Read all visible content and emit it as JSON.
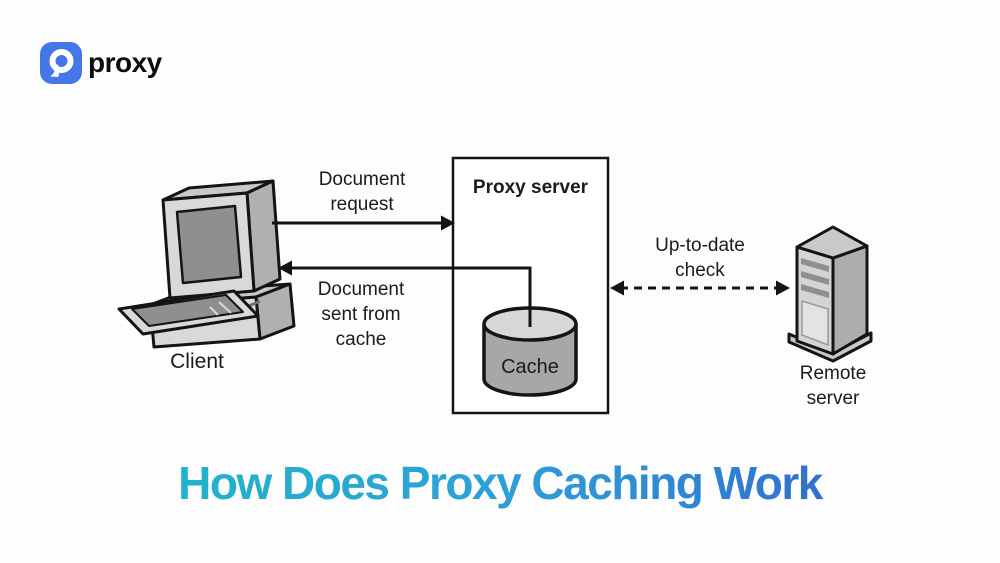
{
  "logo": {
    "brand": "proxy",
    "icon": "nine-in-rounded-square-icon",
    "icon_color": "#4577e8",
    "text_color": "#0c0c0c"
  },
  "diagram": {
    "ink_color": "#1a1a1a",
    "client": {
      "label": "Client",
      "icon": "desktop-computer-icon"
    },
    "proxy_server": {
      "label": "Proxy server"
    },
    "cache": {
      "label": "Cache",
      "icon": "database-cylinder-icon"
    },
    "remote_server": {
      "label_line1": "Remote",
      "label_line2": "server",
      "icon": "server-tower-icon"
    },
    "arrows": {
      "request": {
        "label_line1": "Document",
        "label_line2": "request",
        "direction": "client-to-proxy",
        "style": "solid"
      },
      "response": {
        "label_line1": "Document",
        "label_line2": "sent from",
        "label_line3": "cache",
        "direction": "cache-to-client",
        "style": "solid-elbow"
      },
      "check": {
        "label_line1": "Up-to-date",
        "label_line2": "check",
        "direction": "bidirectional",
        "style": "dashed"
      }
    }
  },
  "title": {
    "text": "How Does Proxy Caching Work",
    "gradient_start": "#1fb9c9",
    "gradient_mid": "#2e9ed8",
    "gradient_end": "#3a4fc0"
  }
}
